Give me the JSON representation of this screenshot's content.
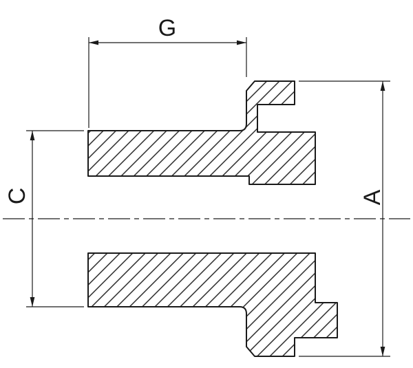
{
  "labels": {
    "g": "G",
    "c": "C",
    "a": "A"
  },
  "colors": {
    "line": "#1a1a1a",
    "background": "#ffffff"
  }
}
